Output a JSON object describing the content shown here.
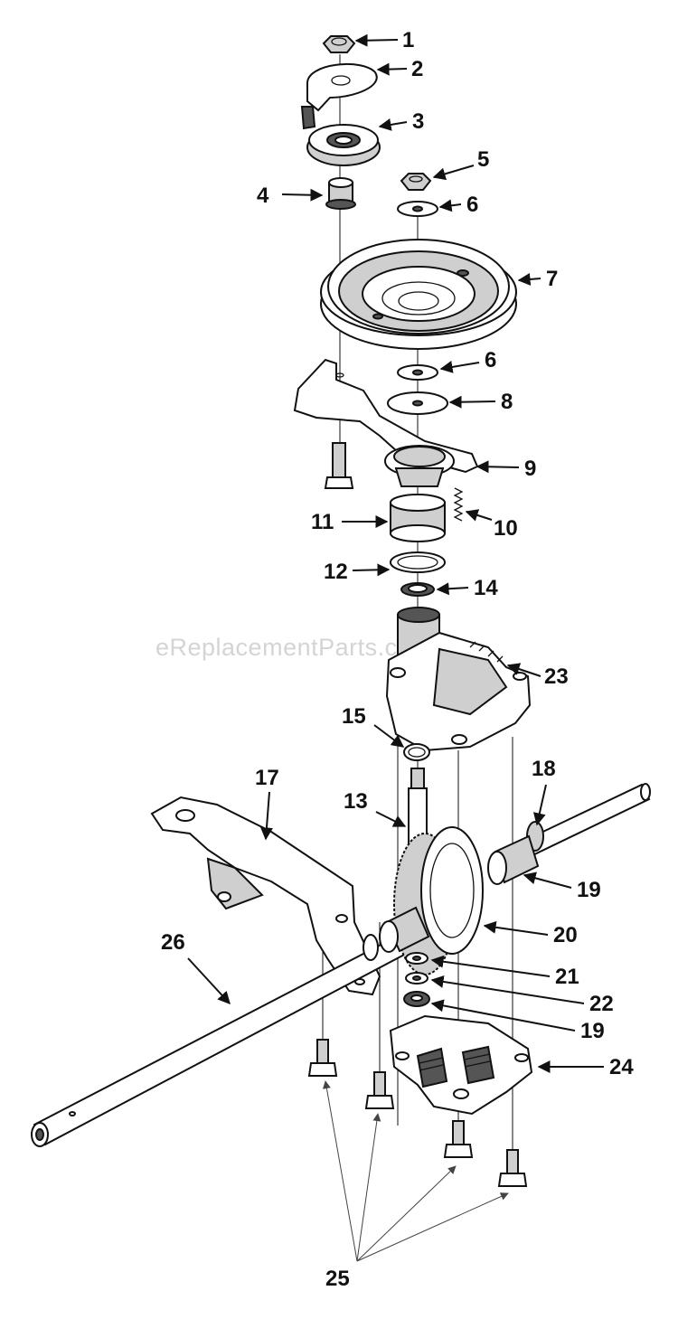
{
  "watermark": "eReplacementParts.com",
  "callouts": [
    "1",
    "2",
    "3",
    "4",
    "5",
    "6",
    "7",
    "6",
    "8",
    "9",
    "10",
    "11",
    "12",
    "14",
    "23",
    "15",
    "13",
    "17",
    "18",
    "19",
    "20",
    "26",
    "21",
    "22",
    "19",
    "24",
    "25"
  ]
}
